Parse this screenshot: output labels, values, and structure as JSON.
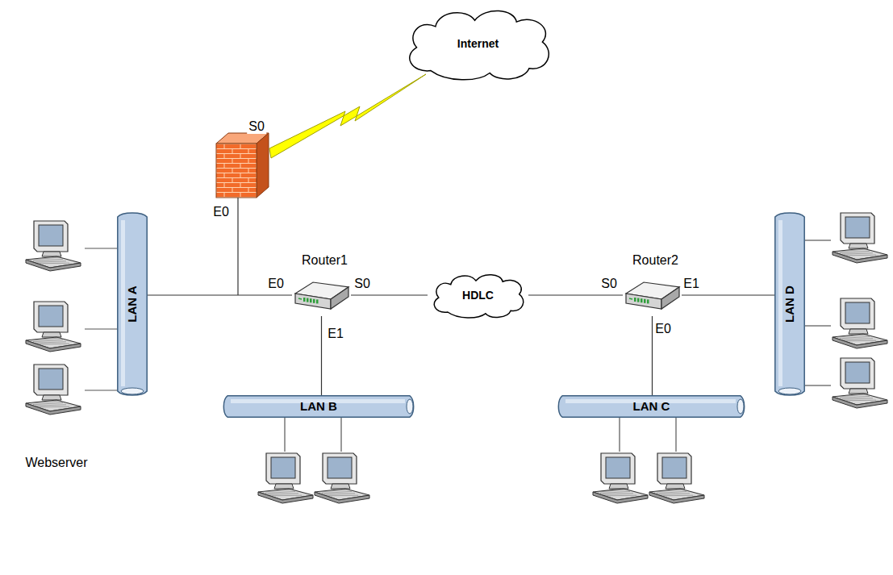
{
  "diagram": {
    "nodes": [
      {
        "text": [
          "Internet"
        ]
      },
      {
        "text": [
          "LAN A"
        ]
      },
      {
        "text": [
          "Router1"
        ]
      },
      {
        "text": [
          "HDLC"
        ]
      },
      {
        "text": [
          "Router2"
        ]
      },
      {
        "text": [
          "LAN D"
        ]
      },
      {
        "text": [
          "LAN B"
        ]
      },
      {
        "text": [
          "LAN C"
        ]
      }
    ],
    "edges": [
      {
        "from": 2,
        "to": 1,
        "arrow": "none"
      },
      {
        "from": 2,
        "to": 3,
        "arrow": "none"
      },
      {
        "from": 2,
        "to": 6,
        "arrow": "none"
      },
      {
        "from": 3,
        "to": 4,
        "arrow": "none"
      },
      {
        "from": 4,
        "to": 5,
        "arrow": "none"
      },
      {
        "from": 4,
        "to": 7,
        "arrow": "none"
      }
    ],
    "labels": [
      "S0",
      "E0",
      "E0",
      "S0",
      "E1",
      "S0",
      "E1",
      "E0",
      "Webserver"
    ]
  }
}
